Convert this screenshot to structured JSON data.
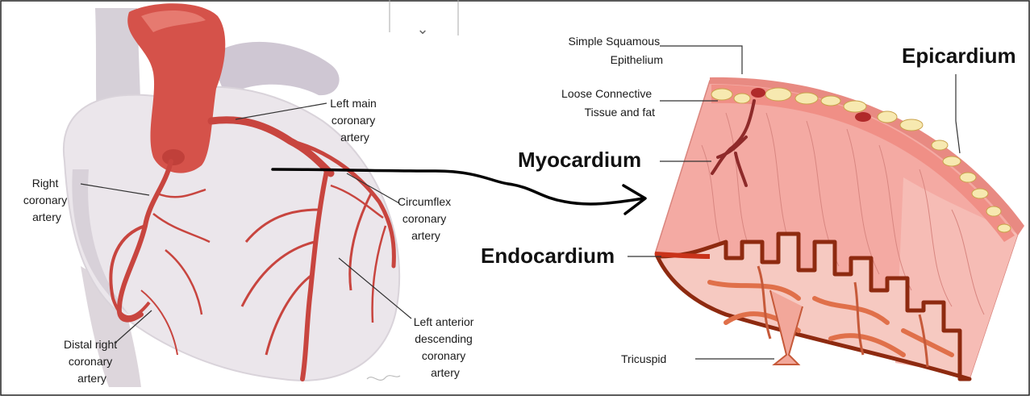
{
  "colors": {
    "artery": "#c8453f",
    "artery_dark": "#a8302c",
    "heart_shade": "#d9d3da",
    "tissue_pink": "#f4aaa3",
    "fat_yellow": "#f7e9b0",
    "endocardium": "#b84a1e",
    "arrow": "#000000"
  },
  "heart_labels": {
    "left_main": [
      "Left main",
      "coronary",
      "artery"
    ],
    "right_coronary": [
      "Right",
      "coronary",
      "artery"
    ],
    "circumflex": [
      "Circumflex",
      "coronary",
      "artery"
    ],
    "distal_right": [
      "Distal right",
      "coronary",
      "artery"
    ],
    "lad": [
      "Left anterior",
      "descending",
      "coronary",
      "artery"
    ]
  },
  "wall_labels": {
    "simple_squamous": [
      "Simple Squamous",
      "Epithelium"
    ],
    "loose_connective": [
      "Loose Connective",
      "Tissue and fat"
    ],
    "epicardium": "Epicardium",
    "myocardium": "Myocardium",
    "endocardium": "Endocardium",
    "tricuspid": "Tricuspid"
  },
  "ui": {
    "chevron_glyph": "⌄"
  }
}
